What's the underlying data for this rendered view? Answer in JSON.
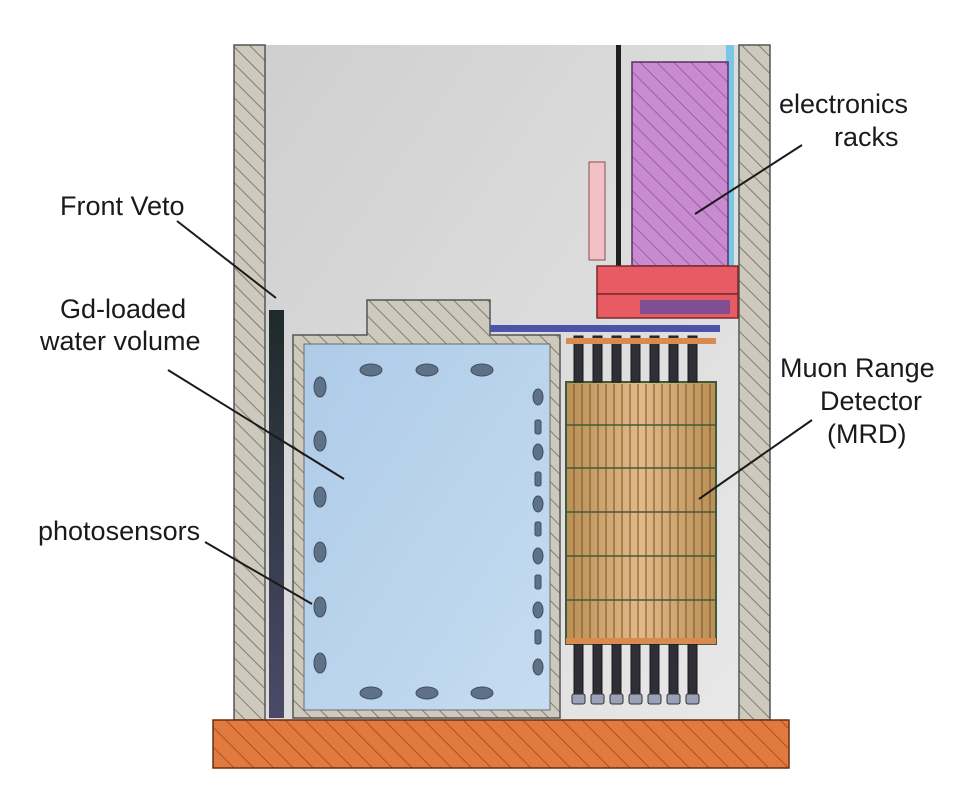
{
  "labels": {
    "front_veto": "Front Veto",
    "gd_volume_line1": "Gd-loaded",
    "gd_volume_line2": "water volume",
    "photosensors": "photosensors",
    "electronics_line1": "electronics",
    "electronics_line2": "racks",
    "mrd_line1": "Muon Range",
    "mrd_line2": "Detector",
    "mrd_line3": "(MRD)"
  },
  "colors": {
    "wall": "#c9c6bb",
    "wall_hatch": "#6d6a60",
    "hall_interior": "#d6d6d6",
    "tank_frame": "#bfbcae",
    "water_volume": "#b9d3ec",
    "photosensor": "#5e7186",
    "front_veto": "#2a2f36",
    "floor_slab": "#e07a3e",
    "electronics_rack": "#c27ec9",
    "rack_shelf": "#e95b63",
    "mrd_layer": "#c9a067",
    "mrd_frame": "#3d5c3a"
  },
  "icons": {
    "photosensor": "ellipse-pmt-icon"
  }
}
